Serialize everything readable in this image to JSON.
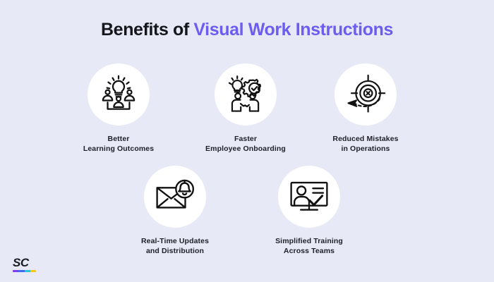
{
  "background_color": "#e7eaf6",
  "accent_color": "#6c5cf0",
  "text_color": "#20202a",
  "title": {
    "prefix": "Benefits of ",
    "highlight": "Visual Work Instructions"
  },
  "benefits": [
    {
      "icon": "lightbulb-team-icon",
      "line1": "Better",
      "line2": "Learning Outcomes"
    },
    {
      "icon": "handshake-gear-idea-icon",
      "line1": "Faster",
      "line2": "Employee Onboarding"
    },
    {
      "icon": "target-miss-icon",
      "line1": "Reduced Mistakes",
      "line2": "in Operations"
    },
    {
      "icon": "envelope-bell-icon",
      "line1": "Real-Time Updates",
      "line2": "and Distribution"
    },
    {
      "icon": "monitor-training-check-icon",
      "line1": "Simplified Training",
      "line2": "Across Teams"
    }
  ],
  "logo": {
    "text": "SC",
    "bar_colors": [
      "#7a3df0",
      "#3d6bf0",
      "#2fc3d6",
      "#f5c518"
    ]
  }
}
